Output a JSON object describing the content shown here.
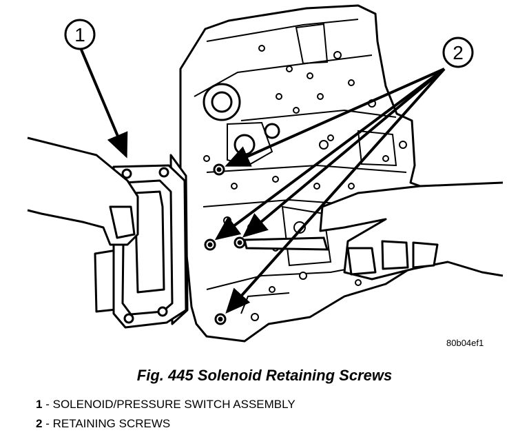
{
  "figure": {
    "image_code": "80b04ef1",
    "caption": "Fig. 445 Solenoid Retaining Screws",
    "callouts": [
      {
        "number": "1",
        "description": "SOLENOID/PRESSURE SWITCH ASSEMBLY"
      },
      {
        "number": "2",
        "description": "RETAINING SCREWS"
      }
    ],
    "separator": "-"
  }
}
